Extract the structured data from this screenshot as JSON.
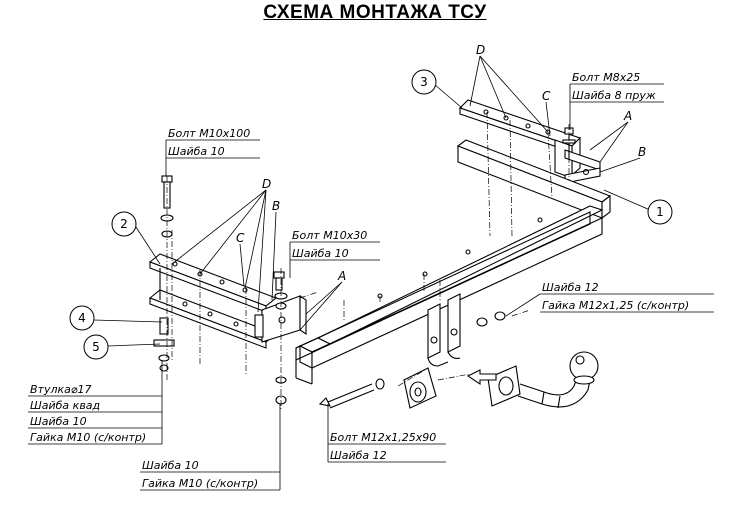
{
  "title": "СХЕМА МОНТАЖА ТСУ",
  "callouts": {
    "c1": "1",
    "c2": "2",
    "c3": "3",
    "c4": "4",
    "c5": "5"
  },
  "letters": {
    "d": "D",
    "c": "C",
    "a": "A",
    "b": "B"
  },
  "labels": {
    "bolt_m8": "Болт М8х25",
    "washer_8_spring": "Шайба 8 пруж",
    "bolt_m10x100": "Болт М10х100",
    "washer_10_top": "Шайба 10",
    "bolt_m10x30": "Болт М10х30",
    "washer_10_mid": "Шайба 10",
    "washer_12_top": "Шайба 12",
    "nut_m12": "Гайка М12х1,25 (с/контр)",
    "sleeve": "Втулка⌀17",
    "washer_square": "Шайба квад",
    "washer_10_left": "Шайба 10",
    "nut_m10_left": "Гайка М10 (с/контр)",
    "washer_10_bottom": "Шайба 10",
    "nut_m10_bottom": "Гайка М10 (с/контр)",
    "bolt_m12": "Болт М12х1,25х90",
    "washer_12_bottom": "Шайба 12"
  }
}
